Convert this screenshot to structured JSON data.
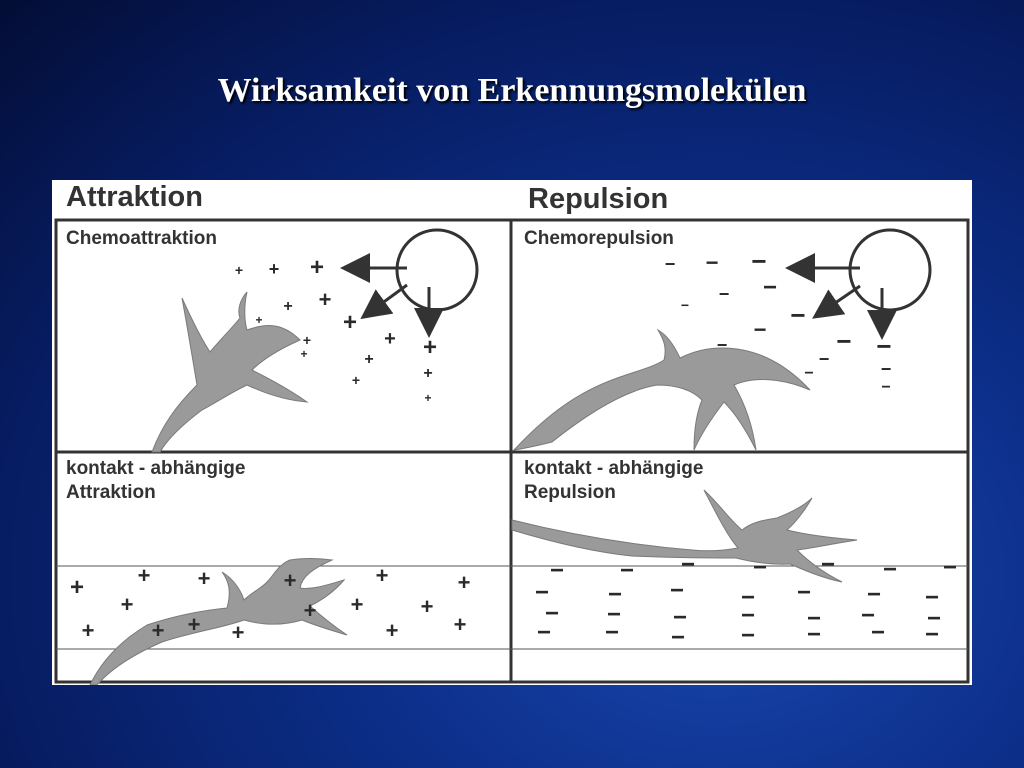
{
  "slide": {
    "title": "Wirksamkeit von Erkennungsmolekülen"
  },
  "figure": {
    "header_attraction": "Attraktion",
    "header_repulsion": "Repulsion",
    "panels": [
      {
        "id": "chemoattraction",
        "label_lines": [
          "Chemoattraktion"
        ],
        "charge": "+"
      },
      {
        "id": "chemorepulsion",
        "label_lines": [
          "Chemorepulsion"
        ],
        "charge": "−"
      },
      {
        "id": "contact-attraction",
        "label_lines": [
          "kontakt - abhängige",
          "Attraktion"
        ],
        "charge": "+"
      },
      {
        "id": "contact-repulsion",
        "label_lines": [
          "kontakt - abhängige",
          "Repulsion"
        ],
        "charge": "−"
      }
    ],
    "colors": {
      "neuron": "#9a9a9a",
      "lines": "#333333",
      "background": "#ffffff",
      "slide_background": "#0c2f8a"
    }
  }
}
